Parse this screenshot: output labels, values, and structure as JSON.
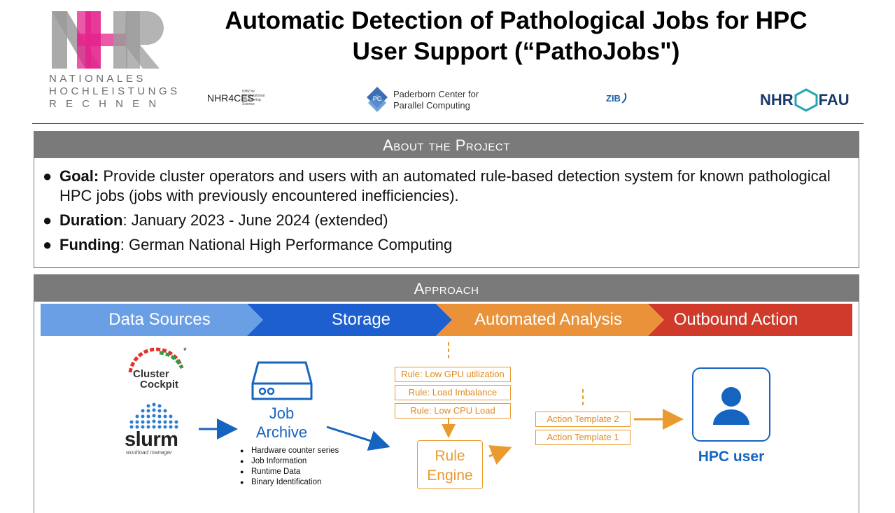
{
  "header": {
    "title_line1": "Automatic Detection of Pathological Jobs for HPC",
    "title_line2": "User Support (“PathoJobs\")",
    "logo": {
      "line1": "NATIONALES",
      "line2": "HOCHLEISTUNGS",
      "line3": "R E C H N E N"
    },
    "partners": {
      "nhr4ces_main": "NHR4CES",
      "nhr4ces_sub": "NHR for Computational Engineering Science",
      "pc2_line1": "Paderborn Center for",
      "pc2_line2": "Parallel Computing",
      "pc2_icon_text": "PC",
      "zib": "ZIB",
      "nhr_fau_left": "NHR",
      "nhr_fau_right": "FAU"
    }
  },
  "about": {
    "heading": "About the Project",
    "goal_label": "Goal:",
    "goal_text": " Provide cluster operators and users with an automated rule-based detection system for known pathological HPC jobs (jobs with previously encountered inefficiencies).",
    "duration_label": "Duration",
    "duration_text": ": January 2023 - June 2024 (extended)",
    "funding_label": "Funding",
    "funding_text": ": German National High Performance Computing",
    "bullet": "●"
  },
  "approach": {
    "heading": "Approach",
    "stages": [
      "Data Sources",
      "Storage",
      "Automated Analysis",
      "Outbound Action"
    ],
    "stage_colors": [
      "#6a9fe6",
      "#1e5fcf",
      "#e9923a",
      "#cf3a2a"
    ],
    "cluster_cockpit": {
      "line1": "Cluster",
      "line2": "Cockpit",
      "asterisk": "*"
    },
    "slurm": {
      "name": "slurm",
      "sub": "workload manager"
    },
    "job_archive": {
      "line1": "Job",
      "line2": "Archive",
      "items": [
        "Hardware counter series",
        "Job Information",
        "Runtime Data",
        "Binary Identification"
      ],
      "bullet": "●"
    },
    "rules": [
      "Rule: Low GPU utilization",
      "Rule: Load Imbalance",
      "Rule: Low CPU Load"
    ],
    "rule_engine": {
      "line1": "Rule",
      "line2": "Engine"
    },
    "actions": [
      "Action Template 2",
      "Action Template 1"
    ],
    "hpc_user": "HPC user",
    "colors": {
      "orange": "#e99b2f",
      "blue": "#1565c0",
      "grey_head": "#7a7a7a"
    }
  }
}
